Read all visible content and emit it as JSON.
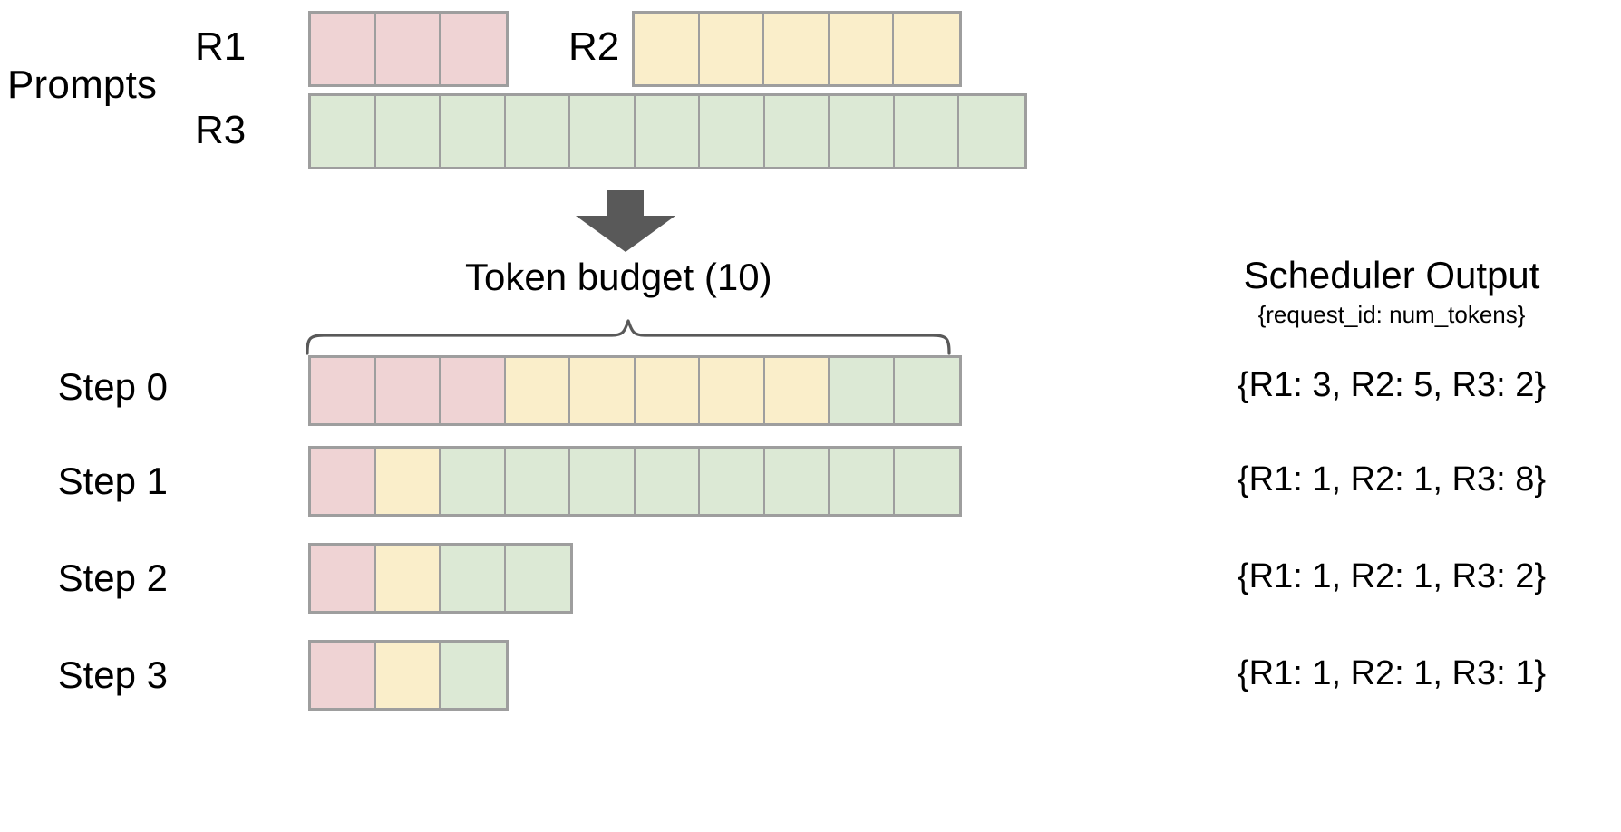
{
  "diagram": {
    "title": "Continuous batching token budget scheduling",
    "colors": {
      "r1": "#efd3d4",
      "r2": "#faeeca",
      "r3": "#dce9d5",
      "cell_border": "#9e9e9e",
      "arrow": "#595959",
      "brace": "#595959",
      "text": "#000000",
      "background": "#ffffff"
    }
  },
  "prompts": {
    "section_label": "Prompts",
    "requests": [
      {
        "id": "R1",
        "label": "R1",
        "tokens": 3,
        "color_key": "r1"
      },
      {
        "id": "R2",
        "label": "R2",
        "tokens": 5,
        "color_key": "r2"
      },
      {
        "id": "R3",
        "label": "R3",
        "tokens": 11,
        "color_key": "r3"
      }
    ]
  },
  "flow": {
    "arrow_icon": "down-arrow-icon"
  },
  "budget": {
    "label": "Token  budget (10)",
    "value": 10,
    "brace_icon": "curly-brace-icon"
  },
  "scheduler_output": {
    "title": "Scheduler Output",
    "subtitle": "{request_id: num_tokens}"
  },
  "steps": [
    {
      "label": "Step 0",
      "segments": [
        {
          "request": "R1",
          "count": 3,
          "color_key": "r1"
        },
        {
          "request": "R2",
          "count": 5,
          "color_key": "r2"
        },
        {
          "request": "R3",
          "count": 2,
          "color_key": "r3"
        }
      ],
      "total": 10,
      "output": "{R1: 3, R2: 5, R3: 2}"
    },
    {
      "label": "Step 1",
      "segments": [
        {
          "request": "R1",
          "count": 1,
          "color_key": "r1"
        },
        {
          "request": "R2",
          "count": 1,
          "color_key": "r2"
        },
        {
          "request": "R3",
          "count": 8,
          "color_key": "r3"
        }
      ],
      "total": 10,
      "output": "{R1: 1, R2: 1, R3: 8}"
    },
    {
      "label": "Step 2",
      "segments": [
        {
          "request": "R1",
          "count": 1,
          "color_key": "r1"
        },
        {
          "request": "R2",
          "count": 1,
          "color_key": "r2"
        },
        {
          "request": "R3",
          "count": 2,
          "color_key": "r3"
        }
      ],
      "total": 4,
      "output": "{R1: 1, R2: 1, R3: 2}"
    },
    {
      "label": "Step 3",
      "segments": [
        {
          "request": "R1",
          "count": 1,
          "color_key": "r1"
        },
        {
          "request": "R2",
          "count": 1,
          "color_key": "r2"
        },
        {
          "request": "R3",
          "count": 1,
          "color_key": "r3"
        }
      ],
      "total": 3,
      "output": "{R1: 1, R2: 1, R3: 1}"
    }
  ]
}
